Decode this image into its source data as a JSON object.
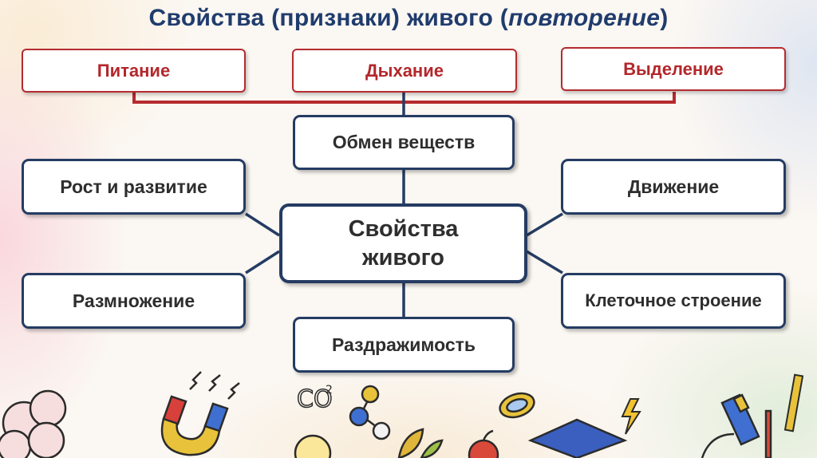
{
  "title": {
    "main": "Свойства (признаки) живого (",
    "italic": "повторение",
    "end": ")"
  },
  "top_nodes": [
    "Питание",
    "Дыхание",
    "Выделение"
  ],
  "metabolism": "Обмен веществ",
  "center": {
    "line1": "Свойства",
    "line2": "живого"
  },
  "left_nodes": [
    "Рост и развитие",
    "Размножение"
  ],
  "right_nodes": [
    "Движение",
    "Клеточное строение"
  ],
  "bottom_node": "Раздражимость",
  "decor": {
    "co2": "CO",
    "co2_sub": "2"
  },
  "colors": {
    "red_accent": "#b52b2f",
    "navy": "#253c63",
    "title": "#203c6e"
  }
}
